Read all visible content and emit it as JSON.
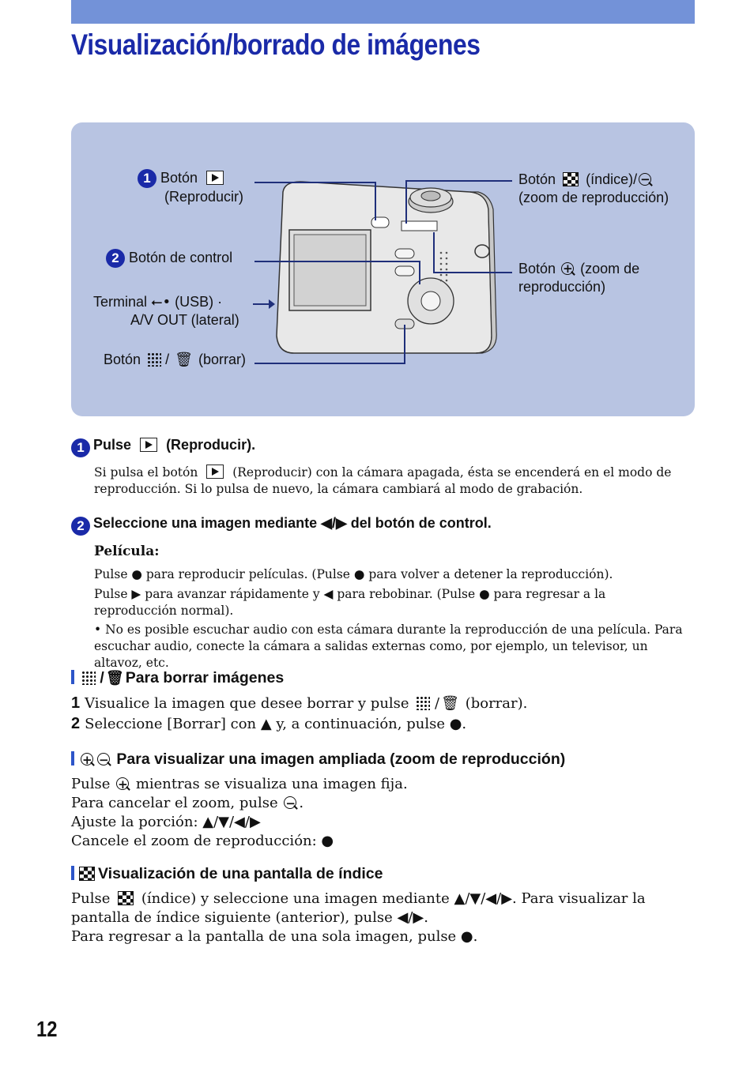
{
  "page": {
    "title": "Visualización/borrado de imágenes",
    "page_number": "12",
    "accent_color": "#1a2aa8",
    "figure_bg": "#b8c4e2"
  },
  "figure": {
    "label1_num": "1",
    "label1_line1": "Botón",
    "label1_line2": "(Reproducir)",
    "label2_num": "2",
    "label2": "Botón de control",
    "terminal_line1a": "Terminal",
    "terminal_line1b": "(USB) ·",
    "terminal_line2": "A/V OUT (lateral)",
    "delete_a": "Botón",
    "delete_b": "(borrar)",
    "index_line1a": "Botón",
    "index_line1b": "(índice)/",
    "index_line2": "(zoom de reproducción)",
    "zoom_line1a": "Botón",
    "zoom_line1b": "(zoom de",
    "zoom_line2": "reproducción)",
    "icons": [
      "play-icon",
      "index-icon",
      "zoom-out-icon",
      "zoom-in-icon",
      "usb-icon",
      "grid-icon",
      "trash-icon"
    ]
  },
  "step1": {
    "num": "1",
    "head_a": "Pulse",
    "head_b": "(Reproducir).",
    "body_a": "Si pulsa el botón",
    "body_b": "(Reproducir) con la cámara apagada, ésta se encenderá en el modo de",
    "body_c": "reproducción. Si lo pulsa de nuevo, la cámara cambiará al modo de grabación."
  },
  "step2": {
    "num": "2",
    "head": "Seleccione una imagen mediante ◀/▶ del botón de control.",
    "movie_title": "Película:",
    "p1": "Pulse ● para reproducir películas. (Pulse ● para volver a detener la reproducción).",
    "p2": "Pulse ▶ para avanzar rápidamente y ◀ para rebobinar. (Pulse ● para regresar a la reproducción normal).",
    "note": "• No es posible escuchar audio con esta cámara durante la reproducción de una película. Para escuchar audio, conecte la cámara a salidas externas como, por ejemplo, un televisor, un altavoz, etc."
  },
  "delete_section": {
    "head": "Para borrar imágenes",
    "s1_num": "1",
    "s1_a": "Visualice la imagen que desee borrar y pulse",
    "s1_b": "(borrar).",
    "s2_num": "2",
    "s2": "Seleccione [Borrar] con ▲ y, a continuación, pulse ●."
  },
  "zoom_section": {
    "head": "Para visualizar una imagen ampliada (zoom de reproducción)",
    "l1_a": "Pulse",
    "l1_b": "mientras se visualiza una imagen fija.",
    "l2_a": "Para cancelar el zoom, pulse",
    "l2_b": ".",
    "l3": "Ajuste la porción: ▲/▼/◀/▶",
    "l4": "Cancele el zoom de reproducción: ●"
  },
  "index_section": {
    "head": "Visualización de una pantalla de índice",
    "l1_a": "Pulse",
    "l1_b": "(índice) y seleccione una imagen mediante ▲/▼/◀/▶. Para visualizar la pantalla de índice siguiente (anterior), pulse ◀/▶.",
    "l2": "Para regresar a la pantalla de una sola imagen, pulse ●."
  }
}
